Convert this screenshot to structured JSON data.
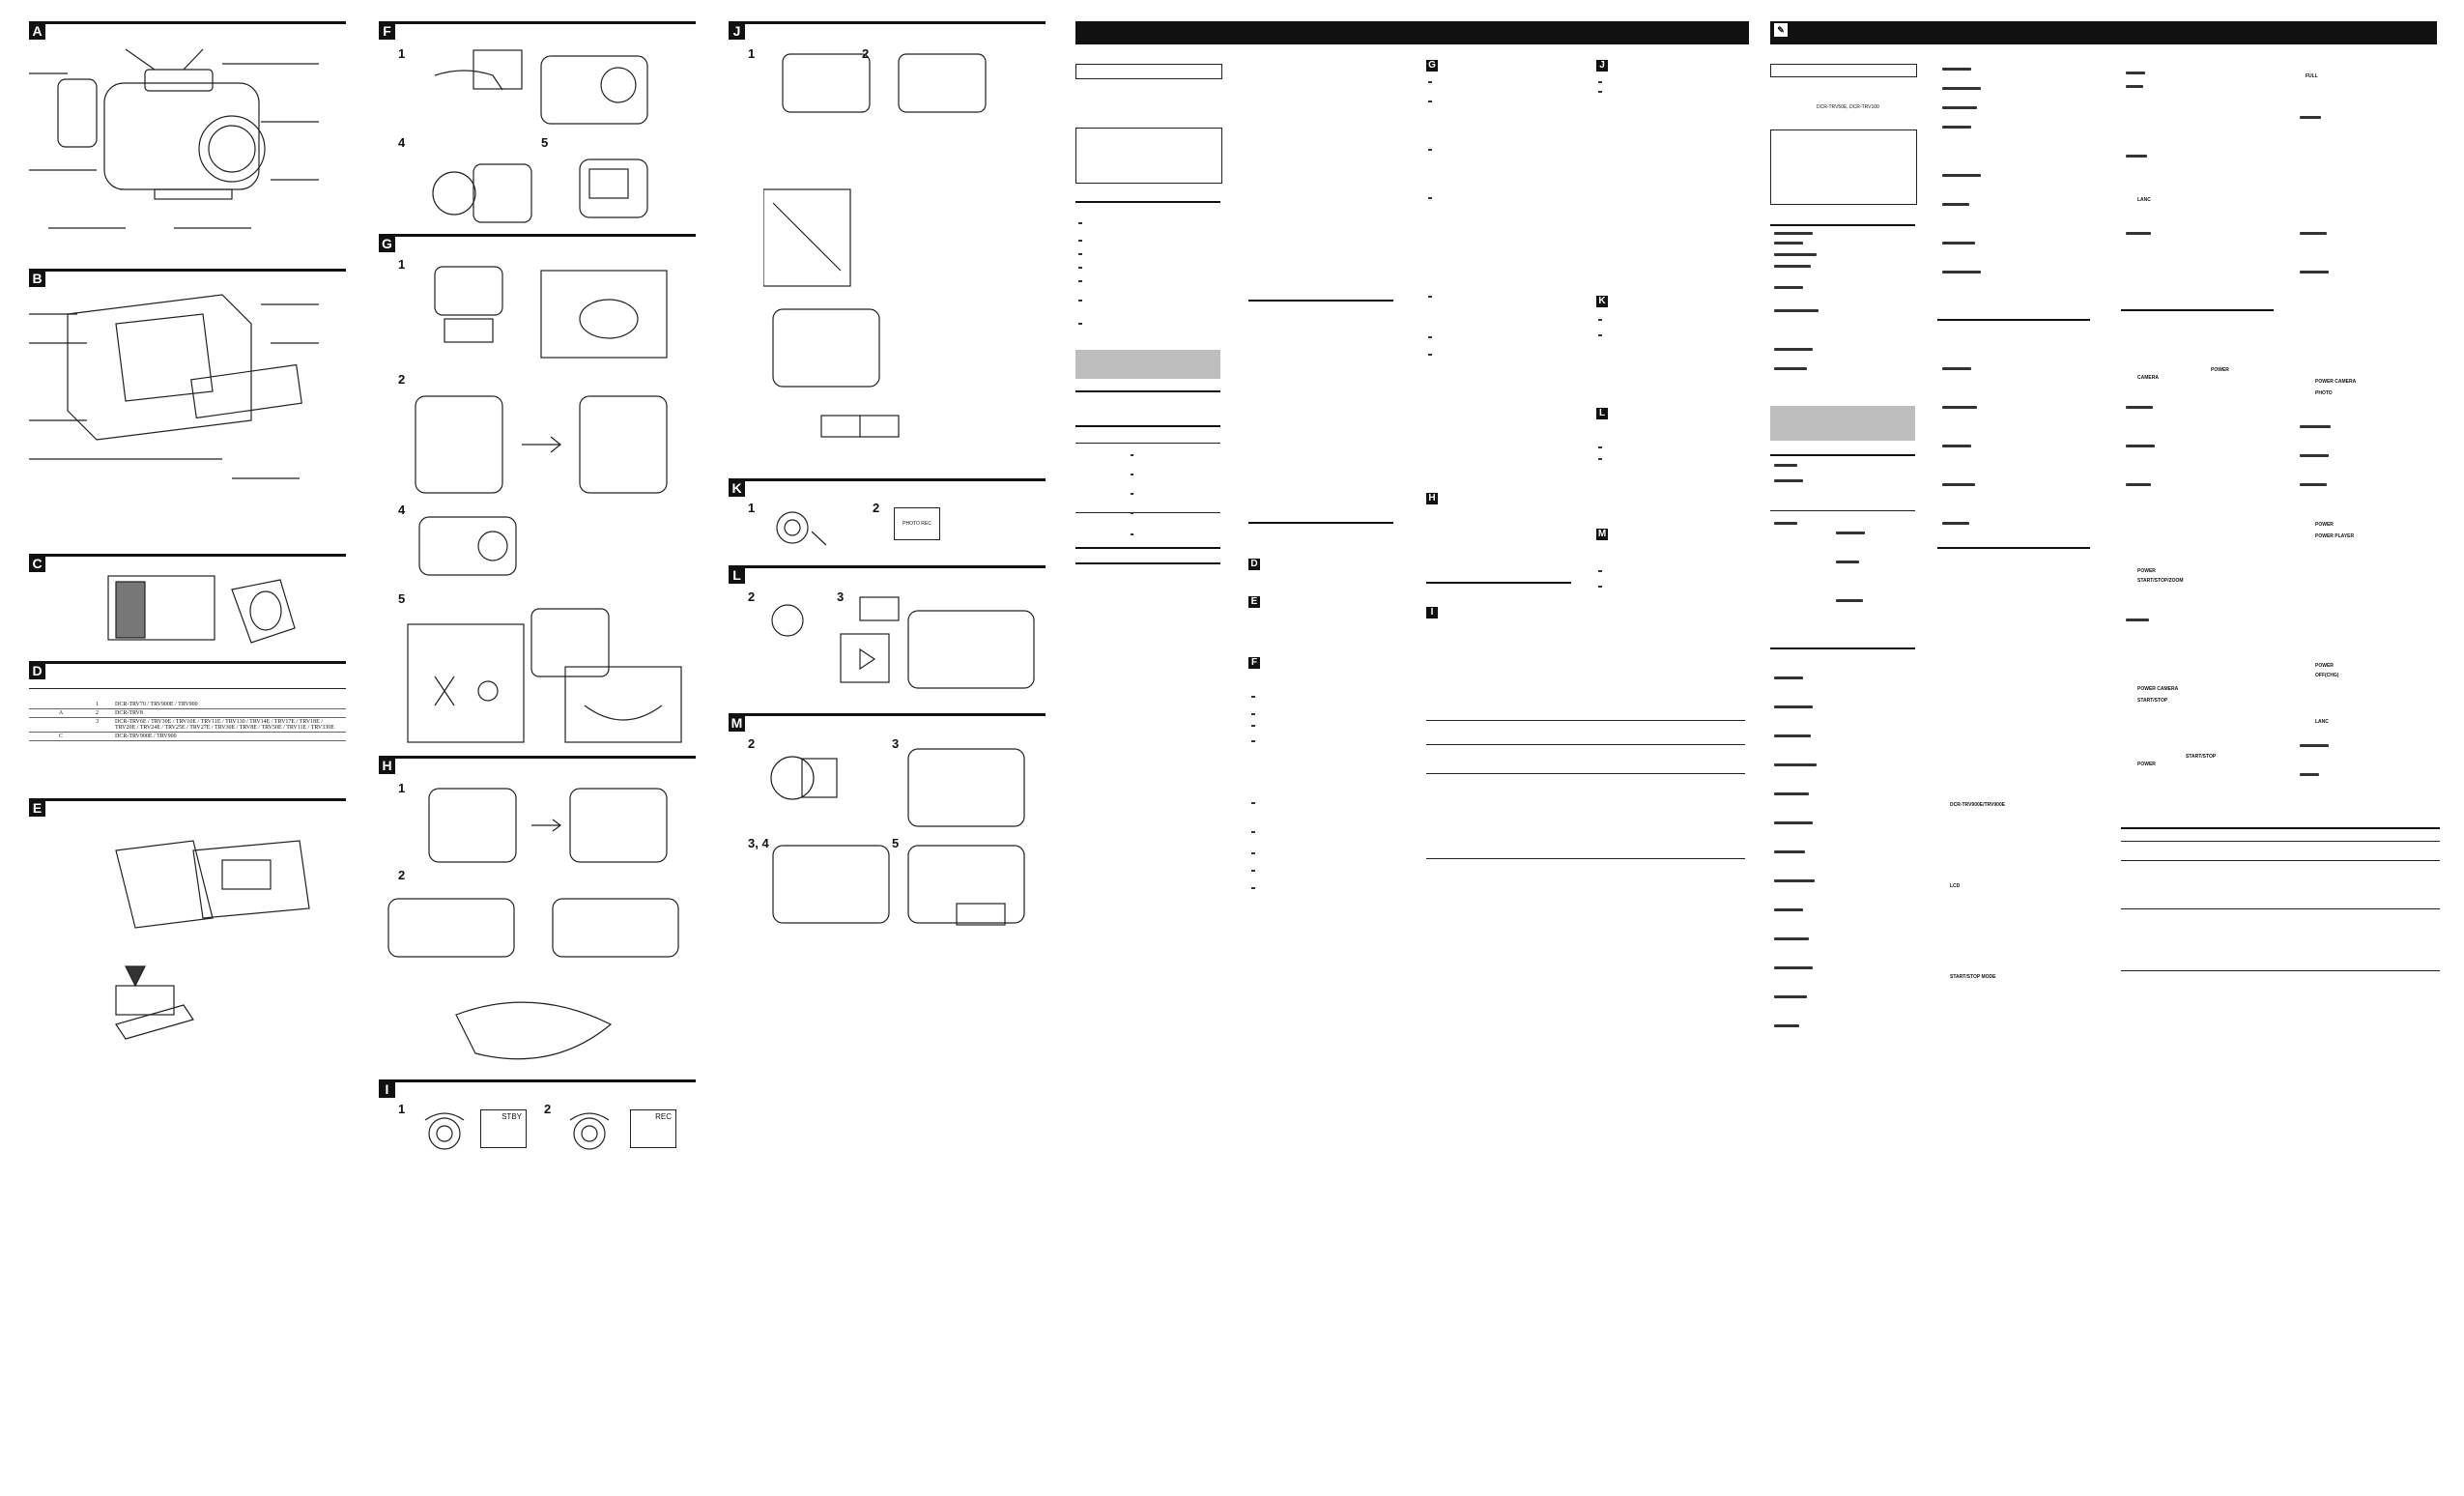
{
  "figure_sections": [
    {
      "letter": "A",
      "steps": []
    },
    {
      "letter": "B",
      "steps": []
    },
    {
      "letter": "C",
      "steps": []
    },
    {
      "letter": "D",
      "steps": []
    },
    {
      "letter": "E",
      "steps": []
    },
    {
      "letter": "F",
      "steps": [
        "1",
        "4",
        "5"
      ]
    },
    {
      "letter": "G",
      "steps": [
        "1",
        "2",
        "4",
        "5"
      ]
    },
    {
      "letter": "H",
      "steps": [
        "1",
        "2"
      ]
    },
    {
      "letter": "I",
      "steps": [
        "1",
        "2"
      ]
    },
    {
      "letter": "J",
      "steps": [
        "1",
        "2"
      ]
    },
    {
      "letter": "K",
      "steps": [
        "1",
        "2"
      ]
    },
    {
      "letter": "L",
      "steps": [
        "2",
        "3"
      ]
    },
    {
      "letter": "M",
      "steps": [
        "2",
        "3",
        "3, 4",
        "5"
      ]
    }
  ],
  "table_d": {
    "rows": [
      {
        "group": "",
        "num": "1",
        "models": "DCR-TRV70 / TRV900E / TRV900"
      },
      {
        "group": "A",
        "num": "2",
        "models": "DCR-TRV8"
      },
      {
        "group": "",
        "num": "3",
        "models": "DCR-TRV6E / TRV30E / TRV10E / TRV11E / TRV130 / TRV14E / TRV17E / TRV18E / TRV20E / TRV24E / TRV25E / TRV27E / TRV30E / TRV8E / TRV50E / TRV11E / TRV330E"
      },
      {
        "group": "C",
        "num": "",
        "models": "DCR-TRV900E / TRV900"
      }
    ]
  },
  "lcd": {
    "stby": "STBY",
    "rec": "REC",
    "photo_rec": "PHOTO REC"
  },
  "jp_col1": {
    "model_line": "DCR-TRV50E, DCR-TRV100",
    "items": [
      "POWER",
      "CAMERA"
    ]
  },
  "jp_col4": {
    "f_items": [
      "DCR-TRV900E/TRV900E",
      "LCD",
      "START/STOP MODE"
    ],
    "h_items": [
      "POWER",
      "START/STOP/ZOOM"
    ],
    "i_items": [
      "POWER CAMERA",
      "START/STOP",
      "START/STOP",
      "POWER"
    ],
    "k_items": [
      "POWER CAMERA",
      "PHOTO"
    ],
    "l_items": [
      "POWER",
      "POWER PLAYER"
    ],
    "m_items": [
      "POWER",
      "OFF(CHG)",
      "LANC"
    ],
    "g_items": [
      "FULL",
      "LANC",
      "CAMERA",
      "POWER"
    ]
  }
}
